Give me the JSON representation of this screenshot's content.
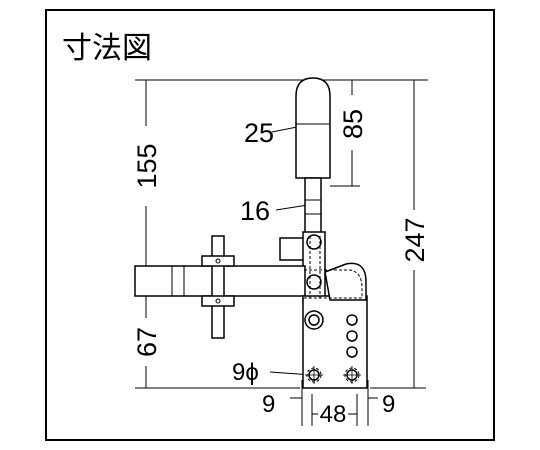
{
  "title": "寸法図",
  "dimensions": {
    "grip_width": "25",
    "grip_height": "85",
    "upper_height": "155",
    "rod_dia": "16",
    "total_height": "247",
    "lower_height": "67",
    "hole_dia": "9ϕ",
    "left_offset": "9",
    "base_width": "48",
    "right_offset": "9"
  }
}
